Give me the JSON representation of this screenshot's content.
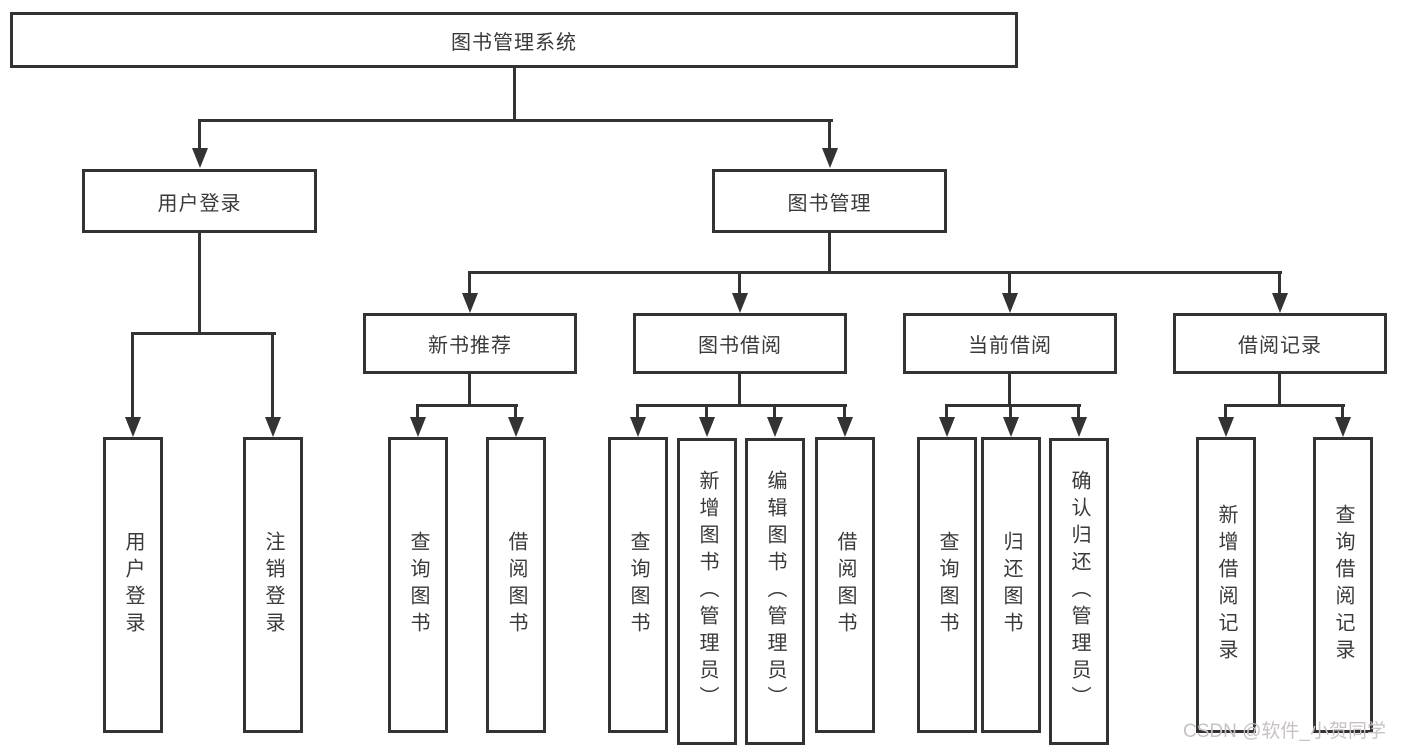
{
  "page": {
    "background": "#ffffff"
  },
  "colors": {
    "line": "#333333",
    "box_border": "#333333",
    "text": "#3a3a3a",
    "watermark": "#c9c2c2"
  },
  "diagram": {
    "type": "hierarchy-tree",
    "root": "图书管理系统",
    "level2": {
      "user_login": "用户登录",
      "book_management": "图书管理"
    },
    "level3": {
      "new_book_recommend": "新书推荐",
      "book_borrow": "图书借阅",
      "current_borrow": "当前借阅",
      "borrow_record": "借阅记录"
    },
    "children": {
      "user_login": [
        "用户登录",
        "注销登录"
      ],
      "new_book_recommend": [
        "查询图书",
        "借阅图书"
      ],
      "book_borrow": [
        "查询图书",
        "新增图书（管理员）",
        "编辑图书（管理员）",
        "借阅图书"
      ],
      "current_borrow": [
        "查询图书",
        "归还图书",
        "确认归还（管理员）"
      ],
      "borrow_record": [
        "新增借阅记录",
        "查询借阅记录"
      ]
    }
  },
  "watermark": {
    "text": "CSDN @软件_小贺同学"
  }
}
